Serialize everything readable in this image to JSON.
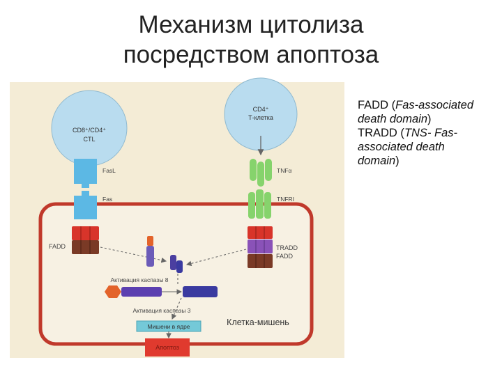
{
  "title": {
    "line1": "Механизм цитолиза",
    "line2": "посредством апоптоза"
  },
  "diagram": {
    "ctl_label_line1": "CD8⁺/CD4⁺",
    "ctl_label_line2": "CTL",
    "cd4_label_line1": "CD4⁺",
    "cd4_label_line2": "Т-клетка",
    "fasl_label": "FasL",
    "fas_label": "Fas",
    "fadd_left_label": "FADD",
    "tnfa_label": "TNFα",
    "tnfri_label": "TNFRI",
    "tradd_label": "TRADD",
    "fadd_right_label": "FADD",
    "caspase8_label": "Активация каспазы 8",
    "caspase3_label": "Активация каспазы 3",
    "nucleus_target_label": "Мишени в ядре",
    "apoptosis_label": "Апоптоз",
    "target_cell_label": "Клетка-мишень"
  },
  "notes": {
    "fadd_abbr": "FADD",
    "fadd_open": " (",
    "fadd_expansion_line1": "Fas-associated",
    "fadd_expansion_line2": "death domain",
    "fadd_close": ")",
    "tradd_abbr": "TRADD",
    "tradd_open": " (",
    "tradd_expansion_line1": "TNS- Fas-",
    "tradd_expansion_line2": "associated death",
    "tradd_expansion_line3": "domain",
    "tradd_close": ")"
  },
  "colors": {
    "panel": "#f4ecd6",
    "cell_border": "#c0392b",
    "cell_fill": "#f7f1e3",
    "t_cell_fill": "#b9dcef",
    "fas_blue": "#5cb8e4",
    "tnf_green": "#86d36c",
    "fadd_red": "#d8342a",
    "fadd_brown": "#7a3a26",
    "tradd_purple": "#8a52b8",
    "caspase_blue": "#3a3aa0",
    "caspase_orange": "#e3632a",
    "nucleus_teal": "#74c9d8",
    "apoptosis_red": "#e03a2e",
    "arrow_gray": "#666666"
  }
}
